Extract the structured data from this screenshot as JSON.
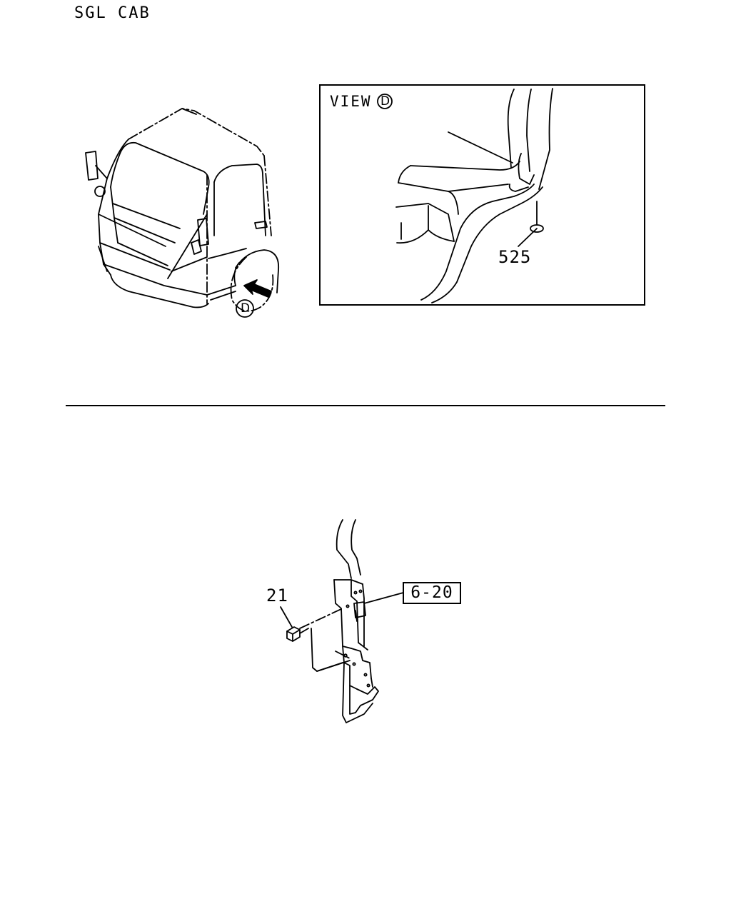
{
  "header": {
    "title": "SGL CAB"
  },
  "top_section": {
    "view_label": "VIEW",
    "view_marker": "D",
    "arrow_marker": "D",
    "callouts": [
      {
        "label": "525"
      }
    ]
  },
  "bottom_section": {
    "callouts": [
      {
        "label": "21"
      }
    ],
    "reference": {
      "label": "6-20"
    }
  }
}
